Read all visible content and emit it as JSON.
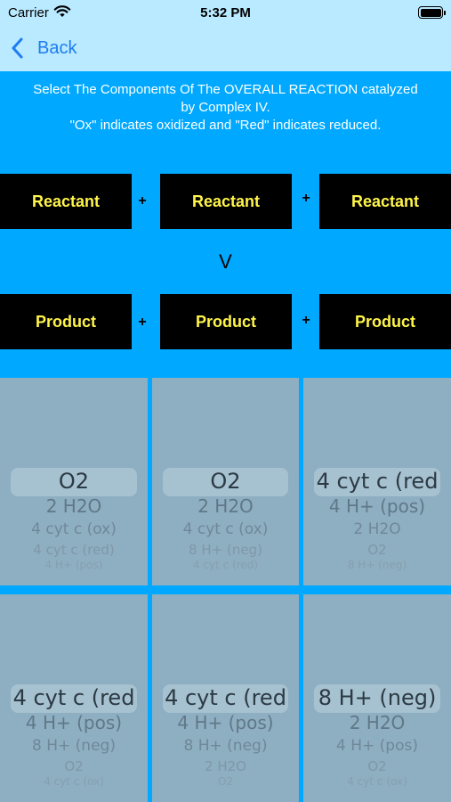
{
  "status_bar": {
    "carrier": "Carrier",
    "time": "5:32 PM"
  },
  "nav": {
    "back_label": "Back"
  },
  "instructions": {
    "line1": "Select The Components Of The OVERALL REACTION catalyzed",
    "line2": "by Complex IV.",
    "line3": "\"Ox\" indicates oxidized and \"Red\" indicates reduced."
  },
  "reactants": [
    "Reactant",
    "Reactant",
    "Reactant"
  ],
  "products": [
    "Product",
    "Product",
    "Product"
  ],
  "operators": {
    "plus": "+",
    "yields": "V"
  },
  "pickers": [
    {
      "options": [
        "O2",
        "2 H2O",
        "4 cyt c (ox)",
        "4 cyt c (red)",
        "4 H+ (pos)"
      ]
    },
    {
      "options": [
        "O2",
        "2 H2O",
        "4 cyt c (ox)",
        "8 H+ (neg)",
        "4 cyt c (red)"
      ]
    },
    {
      "options": [
        "4 cyt c (red",
        "4 H+ (pos)",
        "2 H2O",
        "O2",
        "8 H+ (neg)"
      ]
    },
    {
      "options": [
        "4 cyt c (red",
        "4 H+ (pos)",
        "8 H+ (neg)",
        "O2",
        "4 cyt c (ox)"
      ]
    },
    {
      "options": [
        "4 cyt c (red",
        "4 H+ (pos)",
        "8 H+ (neg)",
        "2 H2O",
        "O2"
      ]
    },
    {
      "options": [
        "8 H+ (neg)",
        "2 H2O",
        "4 H+ (pos)",
        "O2",
        "4 cyt c (ox)"
      ]
    }
  ],
  "colors": {
    "background": "#00A9FF",
    "bar": "#B9EAFF",
    "accent": "#1E7CF2",
    "slot": "#000000",
    "slot_text": "#FFF44A",
    "picker": "#8EAEC2"
  }
}
